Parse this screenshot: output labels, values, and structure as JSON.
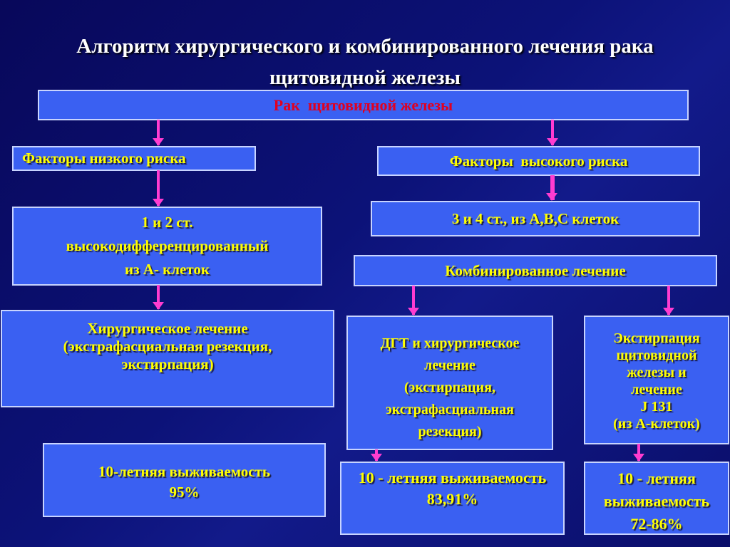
{
  "title": {
    "line1": "Алгоритм хирургического и комбинированного лечения рака",
    "line2": "щитовидной железы"
  },
  "root": "Рак  щитовидной железы",
  "low_risk": {
    "label": "Факторы низкого риска",
    "stage": [
      "1 и 2 ст.",
      "высокодифференцированный",
      "из А- клеток"
    ],
    "treatment": [
      "Хирургическое лечение",
      "(экстрафасциальная резекция,",
      "экстирпация)"
    ],
    "survival": [
      "10-летняя выживаемость",
      "95%"
    ]
  },
  "high_risk": {
    "label": "Факторы  высокого риска",
    "stage": "3 и 4 ст., из А,В,С клеток",
    "combined": "Комбинированное лечение",
    "dgt": [
      "ДГТ и хирургическое",
      "лечение",
      "(экстирпация,",
      "экстрафасциальная",
      "резекция)"
    ],
    "dgt_survival": [
      "10 - летняя выживаемость",
      "83,91%"
    ],
    "ext": [
      "Экстирпация",
      "щитовидной",
      "железы и",
      "лечение",
      "J 131",
      "(из А-клеток)"
    ],
    "ext_survival": [
      "10 - летняя",
      "выживаемость",
      "72-86%"
    ]
  },
  "colors": {
    "box": "#3a60f2",
    "text": "#ffff00",
    "root_text": "#e00020",
    "arrow": "#ff3cd0"
  }
}
